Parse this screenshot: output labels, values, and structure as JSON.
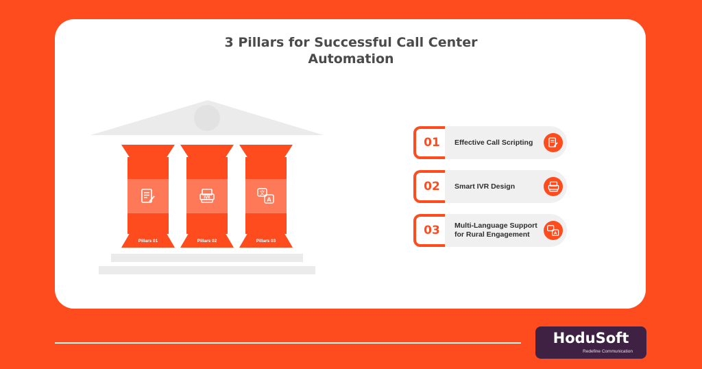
{
  "title": {
    "line1": "3 Pillars for Successful Call Center",
    "line2": "Automation"
  },
  "pillars": [
    {
      "label": "Pillars 01",
      "icon": "script-document-icon"
    },
    {
      "label": "Pillars 02",
      "icon": "ivr-device-icon"
    },
    {
      "label": "Pillars 03",
      "icon": "translate-icon"
    }
  ],
  "items": [
    {
      "number": "01",
      "label": "Effective Call Scripting",
      "icon": "script-document-icon"
    },
    {
      "number": "02",
      "label": "Smart IVR Design",
      "icon": "ivr-device-icon"
    },
    {
      "number": "03",
      "label": "Multi-Language Support\nfor Rural Engagement",
      "icon": "translate-icon"
    }
  ],
  "brand": {
    "name": "HoduSoft",
    "tagline": "Redefine Communication"
  },
  "colors": {
    "accent": "#FE4C1F",
    "brand_box": "#3E2143",
    "card": "#FFFFFF"
  }
}
